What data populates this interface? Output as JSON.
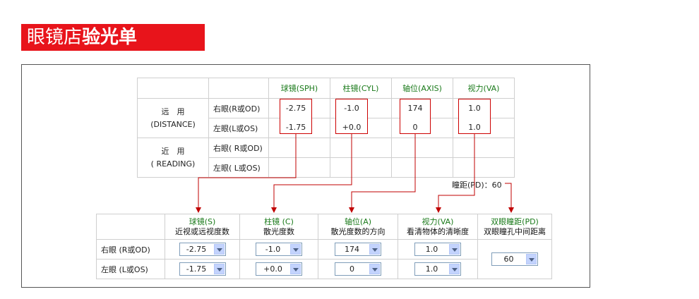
{
  "banner": {
    "title_light": "眼镜店",
    "title_bold": "验光单"
  },
  "top_table": {
    "headers": {
      "sph": "球镜(SPH)",
      "cyl": "柱镜(CYL)",
      "axis": "轴位(AXIS)",
      "va": "视力(VA)"
    },
    "distance": {
      "label_1": "远　用",
      "label_2": "(DISTANCE)"
    },
    "reading": {
      "label_1": "近　用",
      "label_2": "( READING)"
    },
    "right_eye": "右眼(R或OD)",
    "left_eye": "左眼(L或OS)",
    "right_eye_reading": "右眼( R或OD)",
    "left_eye_reading": "左眼( L或OS)",
    "values": {
      "sph": [
        "-2.75",
        "-1.75"
      ],
      "cyl": [
        "-1.0",
        "+0.0"
      ],
      "axis": [
        "174",
        "0"
      ],
      "va": [
        "1.0",
        "1.0"
      ]
    }
  },
  "pd_label": "瞳距(PD)：60",
  "bottom_table": {
    "headers": [
      {
        "title": "球镜(S)",
        "sub": "近视或远视度数"
      },
      {
        "title": "柱镜 (C)",
        "sub": "散光度数"
      },
      {
        "title": "轴位(A)",
        "sub": "散光度数的方向"
      },
      {
        "title": "视力(VA)",
        "sub": "看清物体的清晰度"
      },
      {
        "title": "双眼瞳距(PD)",
        "sub": "双眼瞳孔中间距离"
      }
    ],
    "right_eye": "右眼 (R或OD)",
    "left_eye": "左眼 (L或OS)",
    "selects": {
      "sph_right": "-2.75",
      "sph_left": "-1.75",
      "cyl_right": "-1.0",
      "cyl_left": "+0.0",
      "axis_right": "174",
      "axis_left": "0",
      "va_right": "1.0",
      "va_left": "1.0",
      "pd": "60"
    }
  },
  "colors": {
    "accent": "#e8141b",
    "header_green": "#1a7a1a",
    "arrow": "#c00000"
  }
}
